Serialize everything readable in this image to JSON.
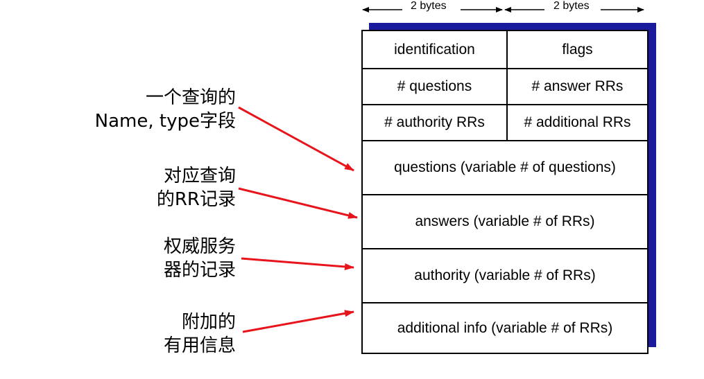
{
  "byte_labels": {
    "left": "2 bytes",
    "right": "2 bytes"
  },
  "header_fields": {
    "identification": "identification",
    "flags": "flags",
    "questions_count": "# questions",
    "answer_rrs": "# answer RRs",
    "authority_rrs": "# authority RRs",
    "additional_rrs": "# additional RRs"
  },
  "sections": {
    "questions": "questions (variable # of questions)",
    "answers": "answers (variable # of RRs)",
    "authority": "authority (variable # of RRs)",
    "additional": "additional info (variable # of RRs)"
  },
  "annotations": {
    "questions_line1": "一个查询的",
    "questions_line2": "Name, type字段",
    "answers_line1": "对应查询",
    "answers_line2": "的RR记录",
    "authority_line1": "权威服务",
    "authority_line2": "器的记录",
    "additional_line1": "附加的",
    "additional_line2": "有用信息"
  },
  "colors": {
    "arrow": "#e8141c",
    "shadow": "#1a1a9c",
    "border": "#000000"
  }
}
